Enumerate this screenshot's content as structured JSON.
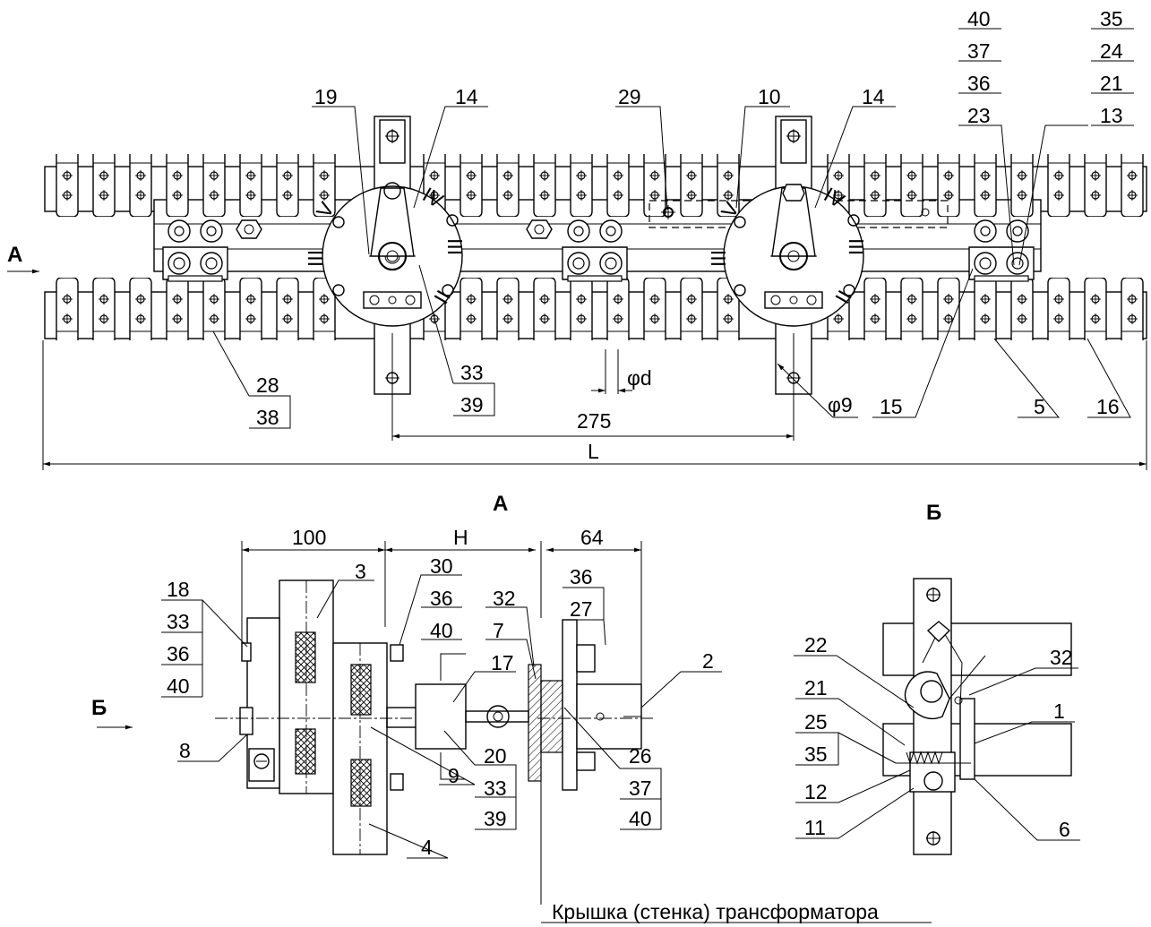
{
  "views": {
    "view_a_title": "А",
    "view_b_title": "Б",
    "arrow_a_label": "А",
    "arrow_b_label": "Б"
  },
  "dimensions": {
    "d275": "275",
    "dL": "L",
    "d_phi_d": "φd",
    "d_phi9": "φ9",
    "d100": "100",
    "dH": "H",
    "d64": "64"
  },
  "top_view_labels": {
    "p19": "19",
    "p14a": "14",
    "p29": "29",
    "p10": "10",
    "p14b": "14",
    "stack_left": [
      "40",
      "37",
      "36",
      "23"
    ],
    "stack_right": [
      "35",
      "24",
      "21",
      "13"
    ],
    "stack_28": [
      "28",
      "38"
    ],
    "stack_33": [
      "33",
      "39"
    ],
    "p15": "15",
    "p5": "5",
    "p16": "16"
  },
  "view_a_labels": {
    "stack_18": [
      "18",
      "33",
      "36",
      "40"
    ],
    "p3": "3",
    "stack_30": [
      "30",
      "36",
      "40"
    ],
    "p32": "32",
    "p7": "7",
    "p17": "17",
    "stack_36_27": [
      "36",
      "27"
    ],
    "p2": "2",
    "p8": "8",
    "p9": "9",
    "stack_20": [
      "20",
      "33",
      "39"
    ],
    "stack_26": [
      "26",
      "37",
      "40"
    ],
    "p4": "4",
    "cover_note": "Крышка (стенка) трансформатора"
  },
  "view_b_labels": {
    "p22": "22",
    "p32": "32",
    "p21": "21",
    "p1": "1",
    "stack_25": [
      "25",
      "35"
    ],
    "p12": "12",
    "p11": "11",
    "p6": "6"
  }
}
